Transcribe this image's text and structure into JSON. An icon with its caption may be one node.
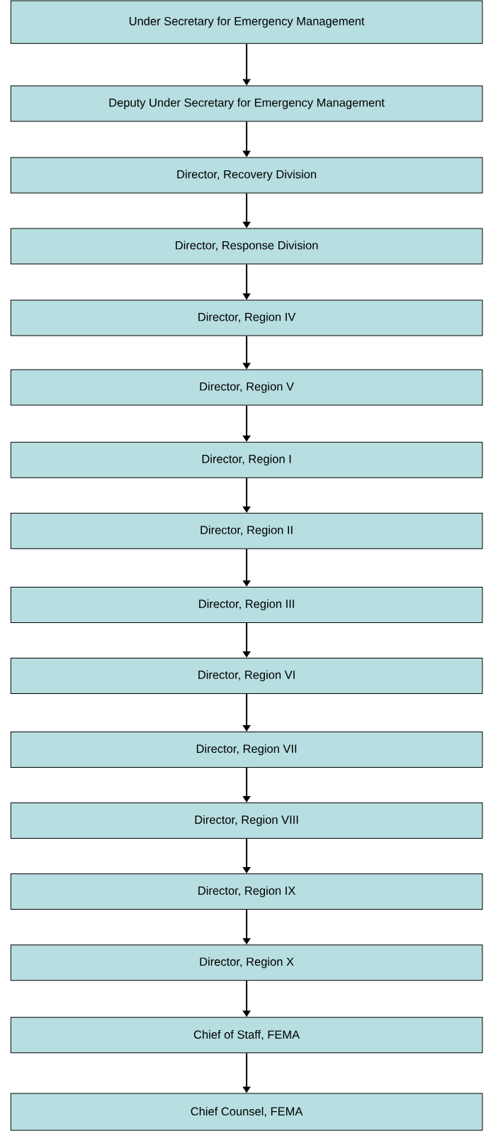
{
  "diagram": {
    "nodes": [
      {
        "text": [
          "Under Secretary for Emergency Management"
        ]
      },
      {
        "text": [
          "Deputy Under Secretary for Emergency Management"
        ]
      },
      {
        "text": [
          "Director, Recovery Division"
        ]
      },
      {
        "text": [
          "Director, Response Division"
        ]
      },
      {
        "text": [
          "Director, Region IV"
        ]
      },
      {
        "text": [
          "Director, Region V"
        ]
      },
      {
        "text": [
          "Director, Region I"
        ]
      },
      {
        "text": [
          "Director, Region II"
        ]
      },
      {
        "text": [
          "Director, Region III"
        ]
      },
      {
        "text": [
          "Director, Region VI"
        ]
      },
      {
        "text": [
          "Director, Region VII"
        ]
      },
      {
        "text": [
          "Director, Region VIII"
        ]
      },
      {
        "text": [
          "Director, Region IX"
        ]
      },
      {
        "text": [
          "Director, Region X"
        ]
      },
      {
        "text": [
          "Chief of Staff, FEMA"
        ]
      },
      {
        "text": [
          "Chief Counsel, FEMA"
        ]
      }
    ],
    "edges": [
      {
        "from": 0,
        "to": 1,
        "arrow": "to"
      },
      {
        "from": 1,
        "to": 2,
        "arrow": "to"
      },
      {
        "from": 2,
        "to": 3,
        "arrow": "to"
      },
      {
        "from": 3,
        "to": 4,
        "arrow": "to"
      },
      {
        "from": 4,
        "to": 5,
        "arrow": "to"
      },
      {
        "from": 5,
        "to": 6,
        "arrow": "to"
      },
      {
        "from": 6,
        "to": 7,
        "arrow": "to"
      },
      {
        "from": 7,
        "to": 8,
        "arrow": "to"
      },
      {
        "from": 8,
        "to": 9,
        "arrow": "to"
      },
      {
        "from": 9,
        "to": 10,
        "arrow": "to"
      },
      {
        "from": 10,
        "to": 11,
        "arrow": "to"
      },
      {
        "from": 11,
        "to": 12,
        "arrow": "to"
      },
      {
        "from": 12,
        "to": 13,
        "arrow": "to"
      },
      {
        "from": 13,
        "to": 14,
        "arrow": "to"
      },
      {
        "from": 14,
        "to": 15,
        "arrow": "to"
      }
    ]
  }
}
